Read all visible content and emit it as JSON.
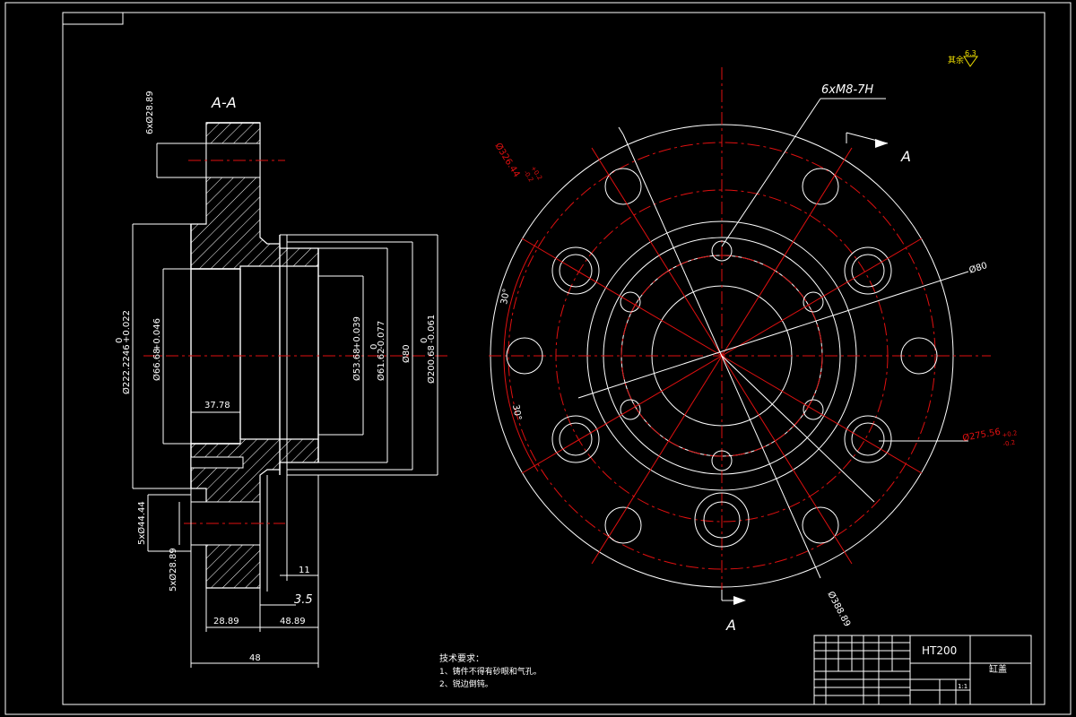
{
  "section_view": {
    "title": "A-A",
    "dims": {
      "bolt_hole_top": "6xØ28.89",
      "od_222": "Ø222.2246",
      "tol_222": "+0.022",
      "tol_222b": "0",
      "bore_66": "Ø66.68",
      "tol_66": "+0.046",
      "bore_53": "Ø53.68",
      "tol_53": "+0.039",
      "d_61": "Ø61.62",
      "tol_61": "-0.077",
      "tol_61b": "0",
      "d_80": "Ø80",
      "d_200": "Ø200.68",
      "tol_200": "-0.061",
      "tol_200b": "0",
      "len_37": "37.78",
      "hole_44": "5xØ44.44",
      "hole_28b": "5xØ28.89",
      "w_11": "11",
      "w_3_5": "3.5",
      "w_28": "28.89",
      "w_48_89": "48.89",
      "total_48": "48"
    }
  },
  "plan_view": {
    "thread_label": "6xM8-7H",
    "section_letter_top": "A",
    "section_letter_bottom": "A",
    "dia_326": "Ø326.44",
    "tol_326a": "+0.2",
    "tol_326b": "-0.2",
    "dia_80": "Ø80",
    "dia_275": "Ø275.56",
    "tol_275a": "+0.2",
    "tol_275b": "-0.2",
    "dia_388": "Ø388.89",
    "angle_top": "30°",
    "angle_bottom": "30°"
  },
  "roughness_note": "其余",
  "roughness_value": "6.3",
  "tech_notes": {
    "heading": "技术要求：",
    "line1": "1、铸件不得有砂眼和气孔。",
    "line2": "2、锐边倒钝。"
  },
  "title_block": {
    "material": "HT200",
    "part_name": "缸盖",
    "scale": "1:1"
  },
  "colors": {
    "line": "#ffffff",
    "center": "#e01010",
    "background": "#000000"
  }
}
